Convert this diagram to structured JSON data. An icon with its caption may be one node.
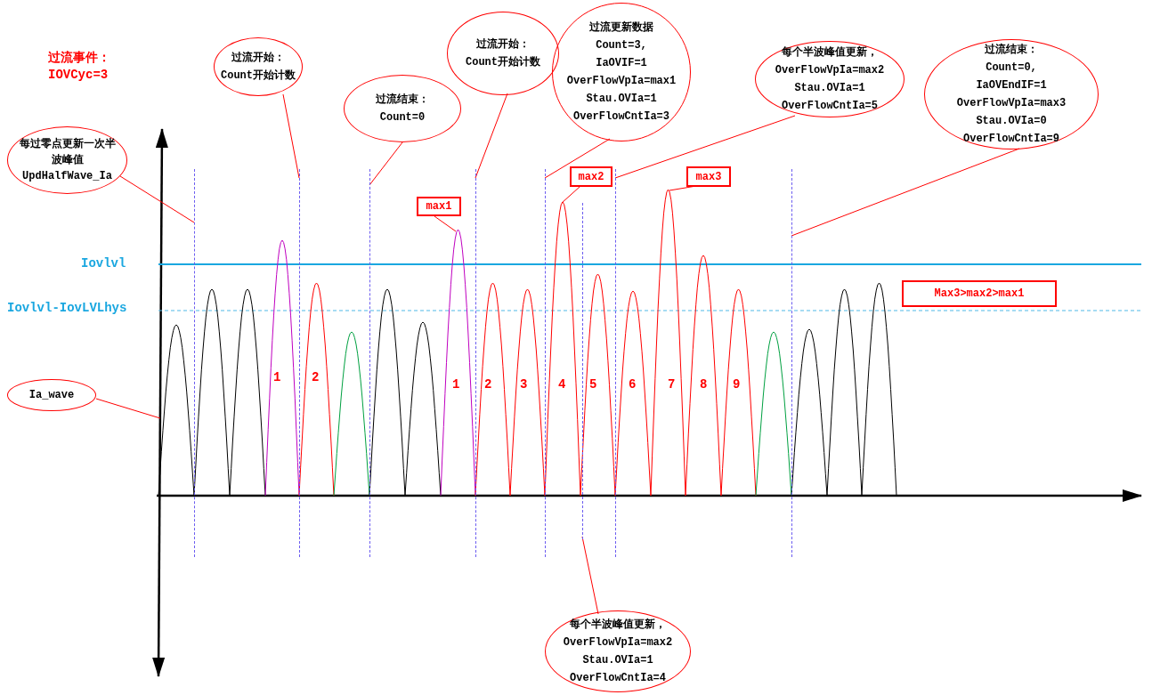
{
  "diagram": {
    "nodes": [
      {
        "text": [
          "每过零点更新一次半波峰值",
          "UpdHalfWave_Ia"
        ]
      },
      {
        "text": [
          "过流开始：",
          "Count开始计数"
        ]
      },
      {
        "text": [
          "过流结束：",
          "Count=0"
        ]
      },
      {
        "text": [
          "过流开始：",
          "Count开始计数"
        ]
      },
      {
        "text": [
          "过流更新数据",
          "Count=3,",
          "IaOVIF=1",
          "OverFlowVpIa=**max1**",
          "Stau.OVIa=1",
          "OverFlowCntIa=3"
        ]
      },
      {
        "text": [
          "每个半波峰值更新，",
          "OverFlowVpIa=**max2**",
          "Stau.OVIa=1",
          "OverFlowCntIa=5"
        ]
      },
      {
        "text": [
          "过流结束：",
          "Count=0,",
          "IaOVEndIF=1",
          "OverFlowVpIa=**max3**",
          "Stau.OVIa=0",
          "OverFlowCntIa=9"
        ]
      },
      {
        "text": [
          "max1"
        ]
      },
      {
        "text": [
          "max2"
        ]
      },
      {
        "text": [
          "max3"
        ]
      },
      {
        "text": [
          "Ia_wave"
        ]
      },
      {
        "text": [
          "Max3>max2>max1"
        ]
      },
      {
        "text": [
          "每个半波峰值更新，",
          "OverFlowVpIa=**max2**",
          "Stau.OVIa=1",
          "OverFlowCntIa=4"
        ]
      },
      {
        "text": [],
        "shape": "line"
      },
      {
        "text": [],
        "shape": "line"
      },
      {
        "text": [],
        "shape": "line"
      },
      {
        "text": [],
        "shape": "line"
      },
      {
        "text": [],
        "shape": "line"
      },
      {
        "text": [],
        "shape": "line"
      },
      {
        "text": [],
        "shape": "line"
      },
      {
        "text": [],
        "shape": "line"
      }
    ],
    "edges": [
      {
        "from": 0,
        "to": 13,
        "arrow": "none"
      },
      {
        "from": 1,
        "to": 14,
        "arrow": "none"
      },
      {
        "from": 2,
        "to": 15,
        "arrow": "none"
      },
      {
        "from": 3,
        "to": 16,
        "arrow": "none"
      },
      {
        "from": 4,
        "to": 17,
        "arrow": "none"
      },
      {
        "from": 5,
        "to": 19,
        "arrow": "none"
      },
      {
        "from": 6,
        "to": 20,
        "arrow": "none"
      },
      {
        "from": 12,
        "to": 18,
        "arrow": "none"
      },
      {
        "from": 7,
        "to": null,
        "arrow": "none"
      },
      {
        "from": 8,
        "to": null,
        "arrow": "none"
      },
      {
        "from": 9,
        "to": null,
        "arrow": "none"
      },
      {
        "from": 10,
        "to": null,
        "arrow": "none"
      }
    ],
    "labels": [
      "过流事件：",
      "IOVCyc=3",
      "Iovlvl",
      "Iovlvl-IovLVLhys",
      "1",
      "2",
      "1",
      "2",
      "3",
      "4",
      "5",
      "6",
      "7",
      "8",
      "9"
    ]
  }
}
